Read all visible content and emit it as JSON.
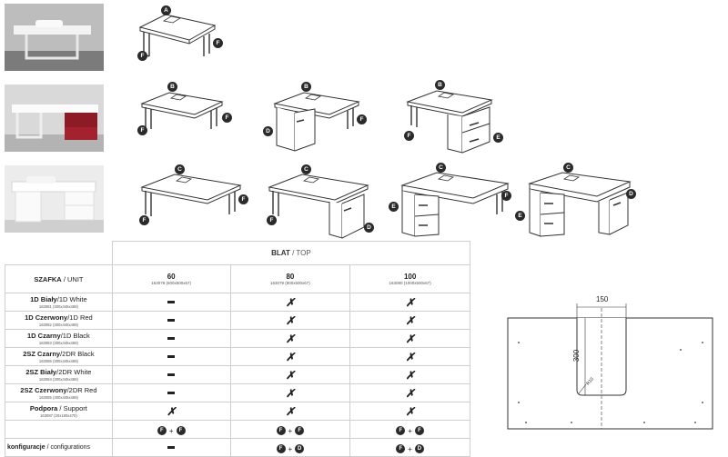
{
  "badges": {
    "A": "A",
    "B": "B",
    "C": "C",
    "D": "D",
    "E": "E",
    "F": "F"
  },
  "table": {
    "top_header_bold": "BLAT",
    "top_header_rest": " / TOP",
    "unit_header_bold": "SZAFKA",
    "unit_header_rest": " / UNIT",
    "columns": [
      {
        "size": "60",
        "code": "163078 (600x500x67)"
      },
      {
        "size": "80",
        "code": "163079 (800x500x67)"
      },
      {
        "size": "100",
        "code": "163080 (1000x500x67)"
      }
    ],
    "rows": [
      {
        "pl": "1D Biały",
        "en": "/1D White",
        "code": "163081 (300x445x468)",
        "cells": [
          "–",
          "✗",
          "✗"
        ]
      },
      {
        "pl": "1D Czerwony",
        "en": "/1D Red",
        "code": "163082 (300x445x468)",
        "cells": [
          "–",
          "✗",
          "✗"
        ]
      },
      {
        "pl": "1D Czarny",
        "en": "/1D Black",
        "code": "163083 (300x445x468)",
        "cells": [
          "–",
          "✗",
          "✗"
        ]
      },
      {
        "pl": "2SZ Czarny",
        "en": "/2DR Black",
        "code": "163086 (300x445x468)",
        "cells": [
          "–",
          "✗",
          "✗"
        ]
      },
      {
        "pl": "2SZ Biały",
        "en": "/2DR White",
        "code": "163084 (300x445x468)",
        "cells": [
          "–",
          "✗",
          "✗"
        ]
      },
      {
        "pl": "2SZ Czerwony",
        "en": "/2DR Red",
        "code": "163085 (300x445x468)",
        "cells": [
          "–",
          "✗",
          "✗"
        ]
      },
      {
        "pl": "Podpora",
        "en": " / Support",
        "code": "163087 (20x180x470)",
        "cells": [
          "✗",
          "✗",
          "✗"
        ]
      }
    ],
    "config_rows": [
      [
        [
          "F",
          "+",
          "F"
        ],
        [
          "F",
          "+",
          "F"
        ],
        [
          "F",
          "+",
          "F"
        ]
      ],
      [
        [
          "–"
        ],
        [
          "F",
          "+",
          "D"
        ],
        [
          "F",
          "+",
          "D"
        ]
      ]
    ]
  },
  "footer": {
    "bold": "konfiguracje",
    "rest": " / configurations"
  },
  "drawing": {
    "width_label": "150",
    "height_label": "300",
    "radius_label": "R10"
  }
}
